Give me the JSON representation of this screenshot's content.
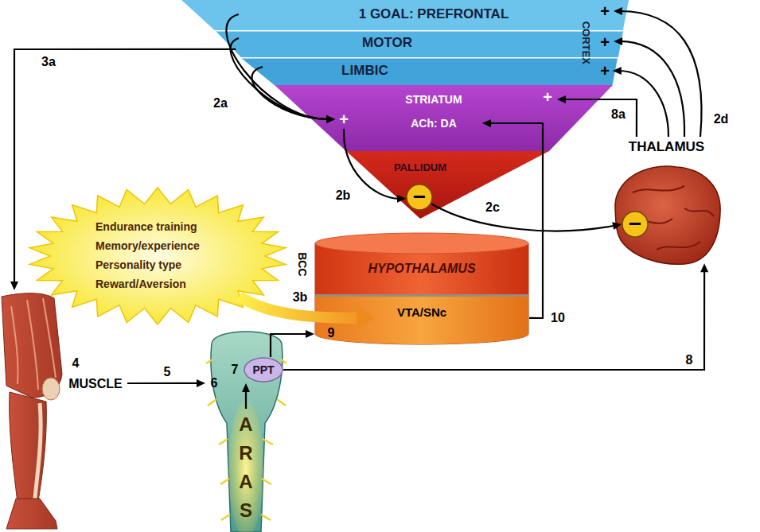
{
  "diagram": {
    "nodes": [
      {
        "text": [
          "CORTEX"
        ]
      },
      {
        "text": [
          "1 GOAL: PREFRONTAL",
          "+"
        ],
        "in": 0
      },
      {
        "text": [
          "MOTOR",
          "+"
        ],
        "in": 0
      },
      {
        "text": [
          "LIMBIC",
          "+"
        ],
        "in": 0
      },
      {
        "text": [
          "STRIATUM",
          "+",
          "ACh: DA",
          "+"
        ]
      },
      {
        "text": [
          "PALLIDUM"
        ]
      },
      {
        "text": [
          "−"
        ],
        "in": 5
      },
      {
        "text": [
          "THALAMUS"
        ]
      },
      {
        "text": [
          "−"
        ],
        "in": 7
      },
      {
        "text": [
          "BCC"
        ]
      },
      {
        "text": [
          "HYPOTHALAMUS"
        ],
        "in": 9
      },
      {
        "text": [
          "VTA/SNc"
        ],
        "in": 9
      },
      {
        "text": [
          "Endurance training",
          "Memory/experience",
          "Personality type",
          "Reward/Aversion"
        ]
      },
      {
        "text": [
          "ARAS"
        ]
      },
      {
        "text": [
          "PPT"
        ],
        "in": 13
      },
      {
        "text": [
          "MUSCLE"
        ]
      }
    ],
    "edges": [
      {
        "from": 2,
        "to": 15,
        "label": "3a",
        "arrow": "to"
      },
      {
        "from": 1,
        "to": 4,
        "label": "2a",
        "arrow": "to"
      },
      {
        "from": 2,
        "to": 4,
        "arrow": "to"
      },
      {
        "from": 3,
        "to": 4,
        "arrow": "to"
      },
      {
        "from": 4,
        "to": 6,
        "label": "2b",
        "arrow": "to"
      },
      {
        "from": 6,
        "to": 8,
        "label": "2c",
        "arrow": "to"
      },
      {
        "from": 7,
        "to": 1,
        "label": "2d",
        "arrow": "to"
      },
      {
        "from": 7,
        "to": 2,
        "arrow": "to"
      },
      {
        "from": 7,
        "to": 3,
        "arrow": "to"
      },
      {
        "from": 7,
        "to": 4,
        "label": "8a",
        "arrow": "to"
      },
      {
        "from": 11,
        "to": 4,
        "label": "10",
        "arrow": "to"
      },
      {
        "from": 12,
        "to": 11,
        "label": "3b",
        "arrow": "to"
      },
      {
        "from": 14,
        "to": 11,
        "arrow": "to"
      },
      {
        "from": 14,
        "to": 7,
        "label": "8",
        "arrow": "to"
      },
      {
        "from": 15,
        "to": 13,
        "label": "5",
        "arrow": "to"
      }
    ],
    "labels": [
      "9",
      "7",
      "4",
      "6"
    ]
  }
}
